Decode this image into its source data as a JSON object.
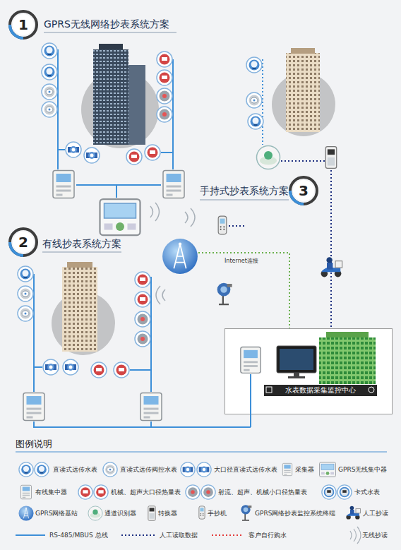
{
  "diagram": {
    "nodes": [
      {
        "text": [
          "1",
          "GPRS无线网络抄表系统方案"
        ]
      },
      {
        "text": [
          "3",
          "手持式抄表系统方案"
        ]
      },
      {
        "text": [
          "2",
          "有线抄表系统方案"
        ]
      },
      {
        "text": [
          "水表数据采集监控中心"
        ]
      }
    ],
    "labels": [
      "Internet连接",
      "图例说明"
    ],
    "legend": [
      {
        "text": "直读式远传水表"
      },
      {
        "text": "直读式远传阀控水表"
      },
      {
        "text": "大口径直读式远传水表"
      },
      {
        "text": "采集器"
      },
      {
        "text": "GPRS无线集中器"
      },
      {
        "text": "有线集中器"
      },
      {
        "text": "机械、超声大口径热量表"
      },
      {
        "text": "射流、超声、机械小口径热量表"
      },
      {
        "text": "卡式水表"
      },
      {
        "text": "GPRS网络基站"
      },
      {
        "text": "通道识别器"
      },
      {
        "text": "转换器"
      },
      {
        "text": "手抄机"
      },
      {
        "text": "GPRS网络抄表监控系统终端"
      },
      {
        "text": "人工抄读"
      },
      {
        "text": "RS-485/MBUS 总线"
      },
      {
        "text": "人工读取数据"
      },
      {
        "text": "客户自行购水"
      },
      {
        "text": "无线抄读"
      }
    ]
  }
}
